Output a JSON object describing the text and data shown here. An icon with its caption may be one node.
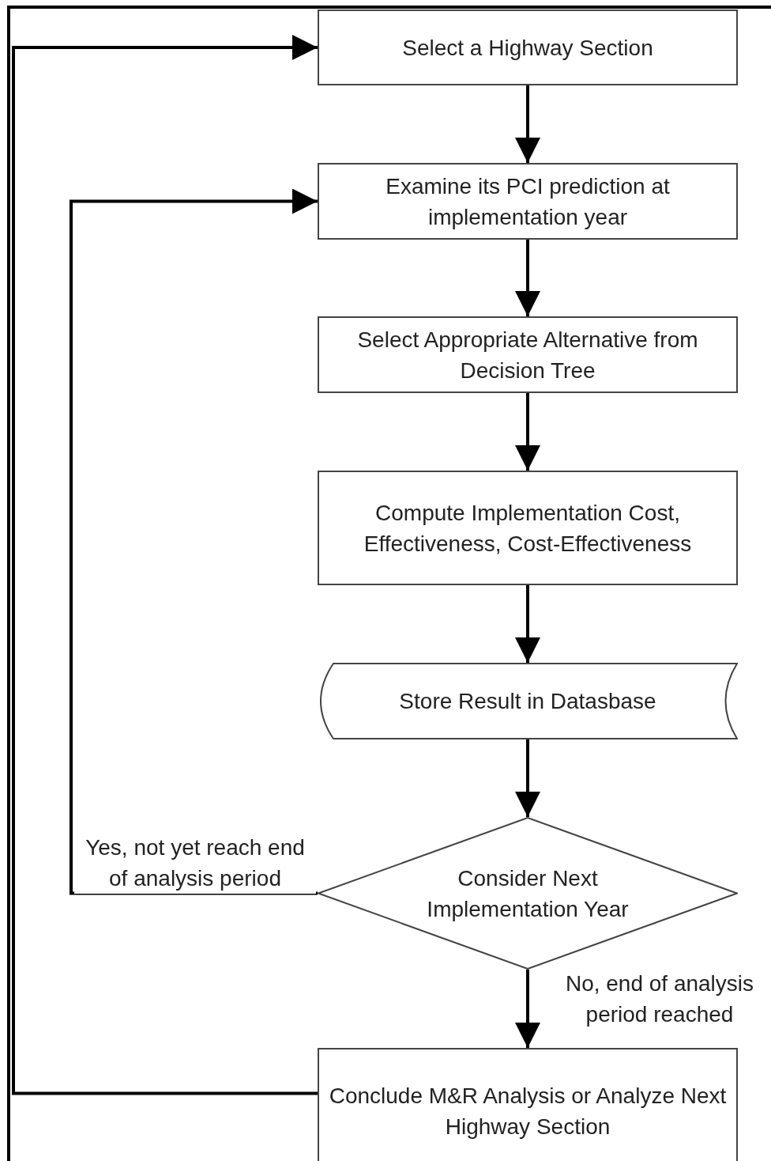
{
  "diagram": {
    "nodes": [
      {
        "text": [
          "Select a Highway Section"
        ]
      },
      {
        "text": [
          "Examine its PCI prediction at implementation year"
        ]
      },
      {
        "text": [
          "Select Appropriate Alternative from Decision Tree"
        ]
      },
      {
        "text": [
          "Compute Implementation Cost, Effectiveness, Cost-Effectiveness"
        ]
      },
      {
        "text": [
          "Store Result in Datasbase"
        ]
      },
      {
        "text": [
          "Consider Next Implementation Year"
        ]
      },
      {
        "text": [
          "Conclude M&R Analysis or Analyze Next Highway Section"
        ]
      }
    ],
    "edges": [
      {
        "from": 0,
        "to": 1,
        "arrow": "to"
      },
      {
        "from": 1,
        "to": 2,
        "arrow": "to"
      },
      {
        "from": 2,
        "to": 3,
        "arrow": "to"
      },
      {
        "from": 3,
        "to": 4,
        "arrow": "to"
      },
      {
        "from": 4,
        "to": 5,
        "arrow": "to"
      },
      {
        "from": 5,
        "to": 1,
        "arrow": "to",
        "label": "Yes, not yet reach end of analysis period"
      },
      {
        "from": 5,
        "to": 6,
        "arrow": "to",
        "label": "No, end of analysis period reached"
      },
      {
        "from": 6,
        "to": 0,
        "arrow": "to"
      }
    ]
  }
}
